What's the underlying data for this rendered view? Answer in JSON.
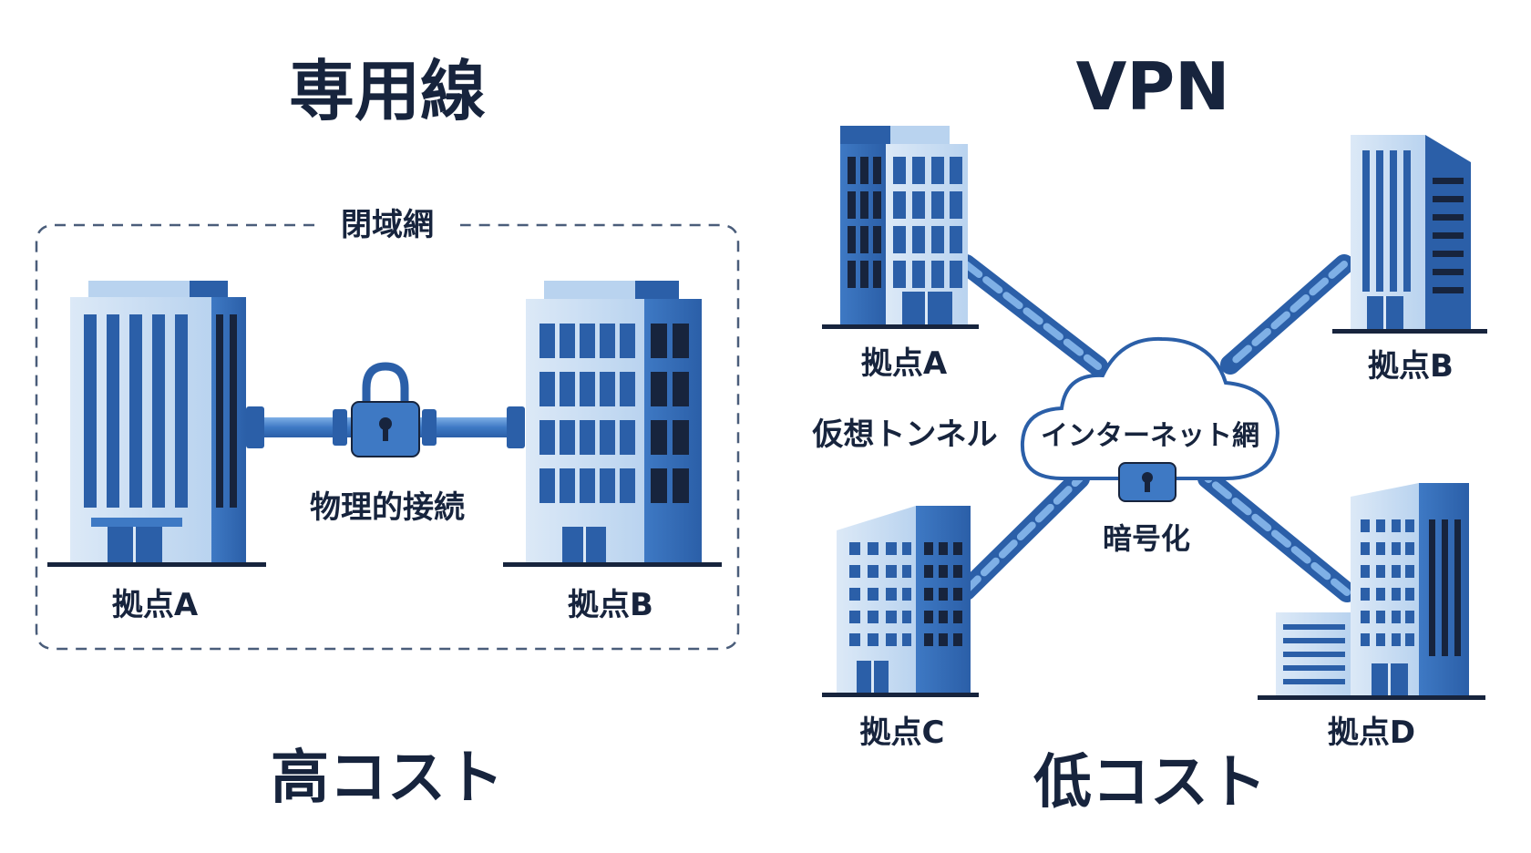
{
  "left_panel": {
    "title": "専用線",
    "closed_network_label": "閉域網",
    "connection_label": "物理的接続",
    "site_a": "拠点A",
    "site_b": "拠点B",
    "cost": "高コスト"
  },
  "right_panel": {
    "title": "VPN",
    "cloud_label": "インターネット網",
    "tunnel_label": "仮想トンネル",
    "encryption_label": "暗号化",
    "site_a": "拠点A",
    "site_b": "拠点B",
    "site_c": "拠点C",
    "site_d": "拠点D",
    "cost": "低コスト"
  },
  "colors": {
    "navy": "#17243d",
    "blue_dark": "#2b5fa8",
    "blue_mid": "#3e79c4",
    "blue_light": "#b9d3ef",
    "blue_pale": "#dce9f7"
  }
}
